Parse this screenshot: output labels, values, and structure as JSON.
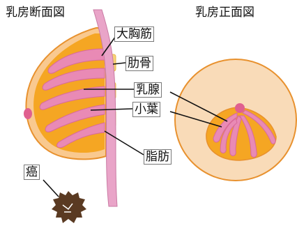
{
  "titles": {
    "cross_section": "乳房断面図",
    "front_view": "乳房正面図"
  },
  "labels": {
    "pectoralis": "大胸筋",
    "rib": "肋骨",
    "mammary_gland": "乳腺",
    "lobule": "小葉",
    "fat": "脂肪",
    "cancer": "癌"
  },
  "colors": {
    "fat": "#f5a623",
    "gland": "#e98ab5",
    "skin": "#f9dbb8",
    "outline": "#e8912e",
    "muscle": "#e9a4c8",
    "rib": "#f6d27a",
    "nipple": "#e0608f",
    "tumor": "#5a3a22"
  }
}
